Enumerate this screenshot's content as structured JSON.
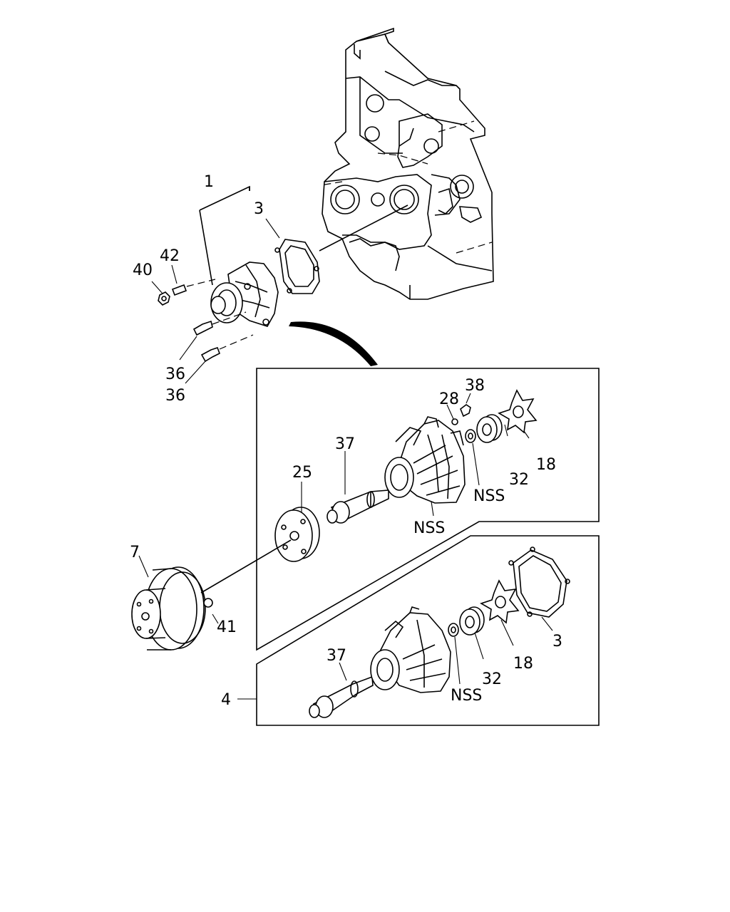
{
  "callouts": {
    "c1": "1",
    "c3_top": "3",
    "c40": "40",
    "c42": "42",
    "c36_a": "36",
    "c36_b": "36",
    "c28": "28",
    "c38": "38",
    "c37_top": "37",
    "c25": "25",
    "c32_top": "32",
    "c18_top": "18",
    "nss_top_a": "NSS",
    "nss_top_b": "NSS",
    "c7": "7",
    "c41": "41",
    "c37_bot": "37",
    "nss_bot": "NSS",
    "c32_bot": "32",
    "c18_bot": "18",
    "c3_bot": "3",
    "c4": "4"
  },
  "icons": {
    "engine": "engine-block-icon",
    "pump": "water-pump-icon",
    "gasket": "gasket-icon",
    "pulley": "pulley-icon",
    "impeller": "impeller-icon",
    "hub": "flange-hub-icon",
    "bearing": "bearing-shaft-icon",
    "seal": "mechanical-seal-icon"
  }
}
